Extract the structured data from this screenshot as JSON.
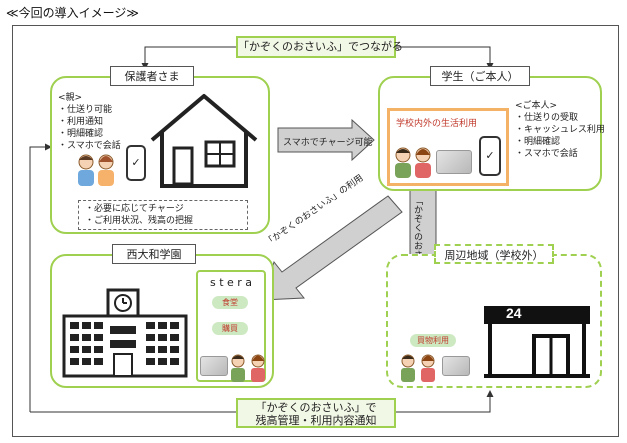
{
  "title": "≪今回の導入イメージ≫",
  "top_label": "「かぞくのおさいふ」でつながる",
  "bottom_label_line1": "「かぞくのおさいふ」で",
  "bottom_label_line2": "残高管理・利用内容通知",
  "parent": {
    "title": "保護者さま",
    "list_head": "<親>",
    "items": [
      "・仕送り可能",
      "・利用通知",
      "・明細確認",
      "・スマホで会話"
    ],
    "notes": [
      "・必要に応じてチャージ",
      "・ご利用状況、残高の把握"
    ]
  },
  "student": {
    "title": "学生（ご本人）",
    "inner_label": "学校内外の生活利用",
    "list_head": "<ご本人>",
    "items": [
      "・仕送りの受取",
      "・キャッシュレス利用",
      "・明細確認",
      "・スマホで会話"
    ]
  },
  "school": {
    "title": "西大和学園",
    "stera": "s t e r a",
    "pills": [
      "食堂",
      "購買"
    ]
  },
  "area": {
    "title": "周辺地域（学校外）",
    "pill": "買物利用",
    "store_number": "24"
  },
  "arrows": {
    "charge": "スマホでチャージ可能",
    "kazoku_use_left": "「かぞくのおさいふ」の利用",
    "kazoku_use_down": "「かぞくのおさいふ」の利用"
  },
  "phone_check": "✓",
  "colors": {
    "green_border": "#9fd050",
    "orange_border": "#f4b266",
    "pill_bg": "#cde9c2",
    "pill_text": "#c0392b",
    "arrow_fill": "#d0d0d0"
  }
}
